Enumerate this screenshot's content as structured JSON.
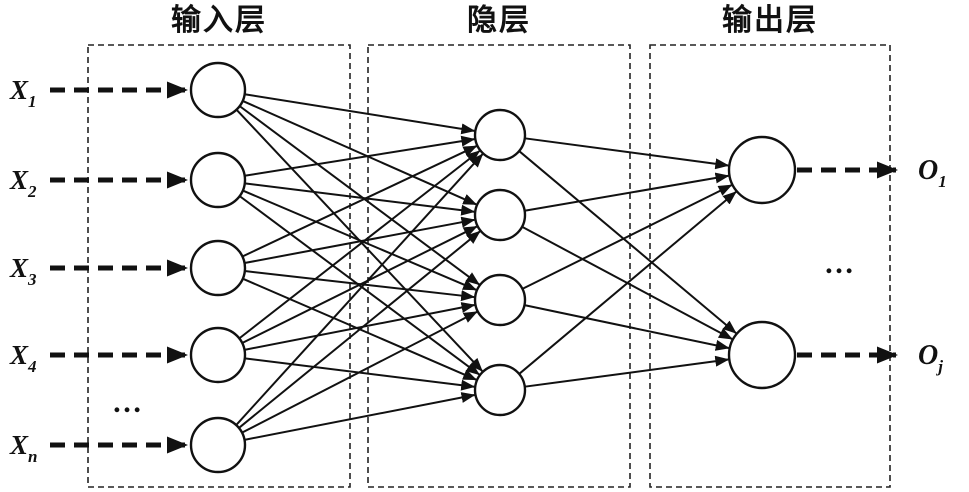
{
  "diagram": {
    "title_input": "输入层",
    "title_hidden": "隐层",
    "title_output": "输出层",
    "input_nodes": [
      {
        "base": "X",
        "sub": "1"
      },
      {
        "base": "X",
        "sub": "2"
      },
      {
        "base": "X",
        "sub": "3"
      },
      {
        "base": "X",
        "sub": "4"
      },
      {
        "base": "X",
        "sub": "n"
      }
    ],
    "hidden_node_count": 4,
    "output_nodes": [
      {
        "base": "O",
        "sub": "1"
      },
      {
        "base": "O",
        "sub": "j"
      }
    ],
    "input_ellipsis": "…",
    "output_ellipsis": "…",
    "line_color": "#111111"
  }
}
